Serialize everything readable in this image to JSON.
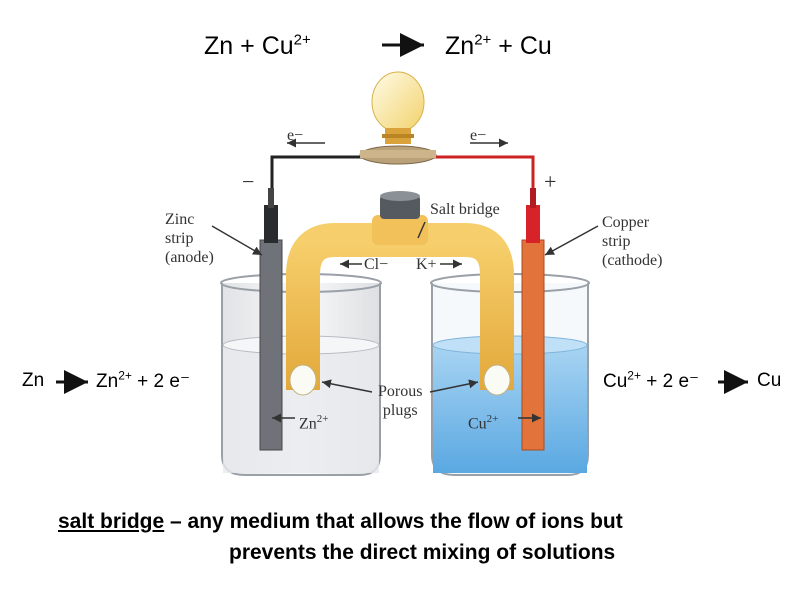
{
  "equation": {
    "left_species_1": "Zn",
    "plus_1": "+",
    "left_species_2": "Cu",
    "left_species_2_charge": "2+",
    "right_species_1": "Zn",
    "right_species_1_charge": "2+",
    "plus_2": "+",
    "right_species_2": "Cu"
  },
  "anode_half": {
    "reactant": "Zn",
    "product": "Zn",
    "product_charge": "2+",
    "electrons": "+ 2 e⁻"
  },
  "cathode_half": {
    "reactant": "Cu",
    "reactant_charge": "2+",
    "electrons": "+ 2 e⁻",
    "product": "Cu"
  },
  "diagram": {
    "electron_left": "e−",
    "electron_right": "e−",
    "minus_sign": "−",
    "plus_sign": "+",
    "salt_bridge": "Salt bridge",
    "zinc_strip": [
      "Zinc",
      "strip",
      "(anode)"
    ],
    "copper_strip": [
      "Copper",
      "strip",
      "(cathode)"
    ],
    "cl_ion": "Cl−",
    "k_ion": "K+",
    "porous_plugs": [
      "Porous",
      "plugs"
    ],
    "zn_ion": "Zn",
    "zn_ion_charge": "2+",
    "cu_ion": "Cu",
    "cu_ion_charge": "2+"
  },
  "definition": {
    "term": "salt bridge",
    "line1_rest": " – any medium that allows the flow of ions but",
    "line2": "prevents the direct mixing of solutions"
  },
  "colors": {
    "left_solution": "#e8eaee",
    "right_solution": "#7fbde8",
    "salt_bridge": "#f2c15a",
    "wire_left": "#222222",
    "wire_right": "#cc2222",
    "copper_strip": "#e2733a",
    "zinc_strip": "#6f7278"
  }
}
